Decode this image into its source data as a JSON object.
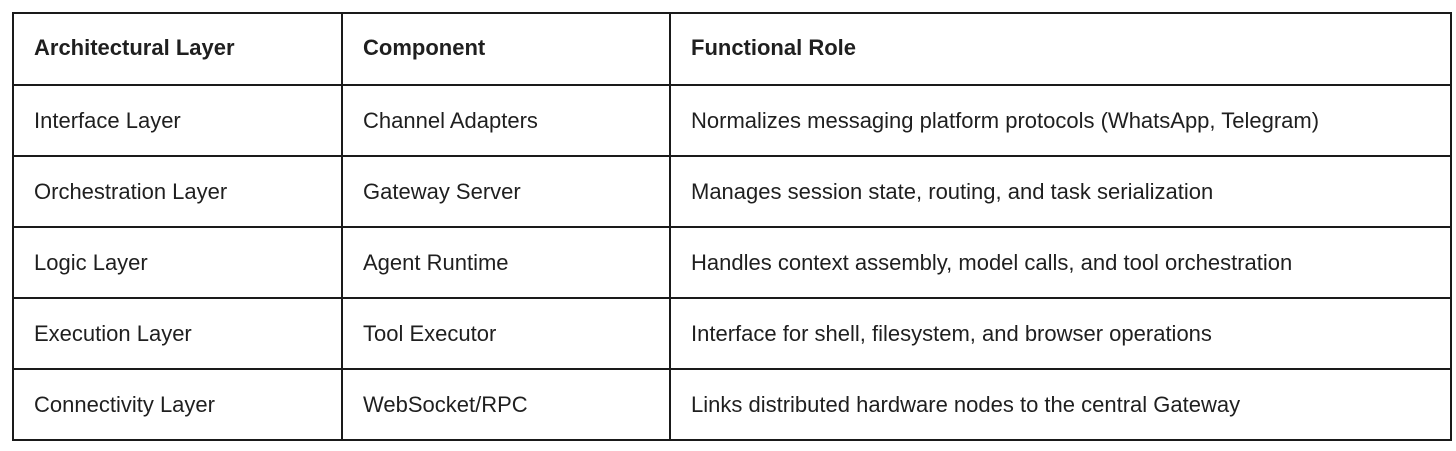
{
  "table": {
    "headers": [
      "Architectural Layer",
      "Component",
      "Functional Role"
    ],
    "rows": [
      [
        "Interface Layer",
        "Channel Adapters",
        "Normalizes messaging platform protocols (WhatsApp, Telegram)"
      ],
      [
        "Orchestration Layer",
        "Gateway Server",
        "Manages session state, routing, and task serialization"
      ],
      [
        "Logic Layer",
        "Agent Runtime",
        "Handles context assembly, model calls, and tool orchestration"
      ],
      [
        "Execution Layer",
        "Tool Executor",
        "Interface for shell, filesystem, and browser operations"
      ],
      [
        "Connectivity Layer",
        "WebSocket/RPC",
        "Links distributed hardware nodes to the central Gateway"
      ]
    ]
  }
}
